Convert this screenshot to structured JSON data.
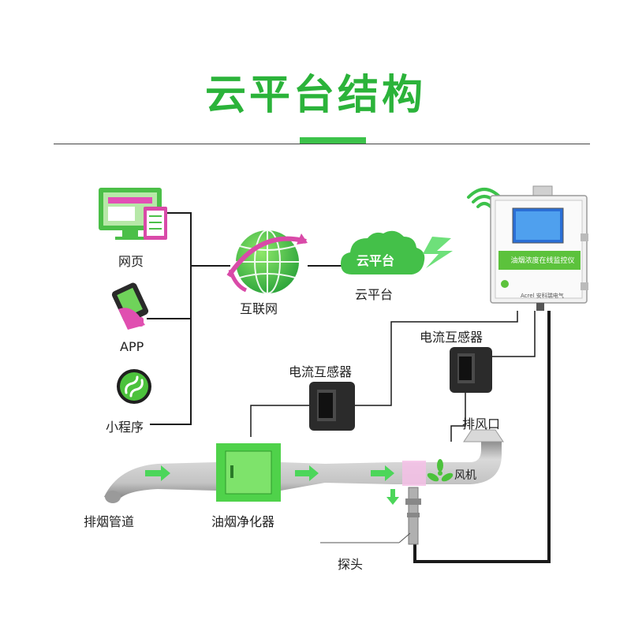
{
  "header": {
    "title": "云平台结构"
  },
  "clients": {
    "webpage": {
      "label": "网页",
      "icon": "monitor-icon"
    },
    "app": {
      "label": "APP",
      "icon": "phone-icon"
    },
    "miniprogram": {
      "label": "小程序",
      "icon": "miniprogram-icon"
    }
  },
  "network": {
    "internet_label": "互联网",
    "cloud_label": "云平台",
    "cloud_badge": "云平台"
  },
  "monitor": {
    "panel_text": "油烟浓度在线监控仪",
    "brand_text": "Acrel 安科瑞电气"
  },
  "sensors": {
    "ct_left_label": "电流互感器",
    "ct_right_label": "电流互感器",
    "exhaust_label": "排风口",
    "fan_label": "风机",
    "duct_label": "排烟管道",
    "purifier_label": "油烟净化器",
    "probe_label": "探头"
  },
  "colors": {
    "accent": "#3cc24a",
    "title": "#2bb33a",
    "duct": "#b5b5b5",
    "arrow": "#3fd14a",
    "wire": "#1a1a1a"
  }
}
